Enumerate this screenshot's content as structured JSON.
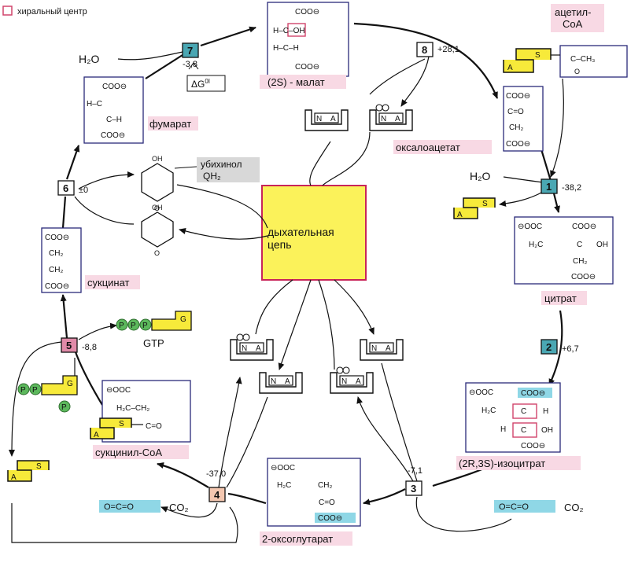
{
  "legend": {
    "chiral_center": "хиральный центр"
  },
  "steps": [
    {
      "n": "1",
      "dg": "-38,2",
      "color": "#4aa7b3"
    },
    {
      "n": "2",
      "dg": "+6,7",
      "color": "#4aa7b3"
    },
    {
      "n": "3",
      "dg": "-7,1",
      "color": "#ffffff"
    },
    {
      "n": "4",
      "dg": "-37,0",
      "color": "#f4c7b0"
    },
    {
      "n": "5",
      "dg": "-8,8",
      "color": "#e08aa8"
    },
    {
      "n": "6",
      "dg": "±0",
      "color": "#ffffff"
    },
    {
      "n": "7",
      "dg": "-3,8",
      "color": "#4aa7b3"
    },
    {
      "n": "8",
      "dg": "+28,1",
      "color": "#ffffff"
    }
  ],
  "dg_label": "ΔG",
  "dg_sup": "0I",
  "compounds": {
    "malate": {
      "name": "(2S) - малат",
      "lines": [
        "COO⊖",
        "H–C–OH",
        "H–C–H",
        "COO⊖"
      ]
    },
    "fumarate": {
      "name": "фумарат",
      "lines": [
        "COO⊖",
        "H–C",
        "C–H",
        "COO⊖"
      ]
    },
    "oxaloacetate": {
      "name": "оксалоацетат",
      "lines": [
        "COO⊖",
        "C=O",
        "CH₂",
        "COO⊖"
      ]
    },
    "acetylcoa": {
      "name": "ацетил-\nCoA",
      "name1": "ацетил-",
      "name2": "CoA",
      "group": "C–CH₃",
      "o": "O"
    },
    "citrate": {
      "name": "цитрат",
      "lines": [
        "⊖OOC",
        "COO⊖",
        "H₂C",
        "C",
        "OH",
        "CH₂",
        "COO⊖"
      ]
    },
    "isocitrate": {
      "name": "(2R,3S)-изоцитрат",
      "lines": [
        "⊖OOC",
        "COO⊖",
        "H₂C",
        "C",
        "H",
        "H",
        "C",
        "OH",
        "COO⊖"
      ]
    },
    "oxoglutarate": {
      "name": "2-оксоглутарат",
      "lines": [
        "⊖OOC",
        "H₂C",
        "CH₂",
        "C=O",
        "COO⊖"
      ]
    },
    "succinylcoa": {
      "name": "сукцинил-CoA",
      "lines": [
        "⊖OOC",
        "H₂C–CH₂",
        "C=O"
      ]
    },
    "succinate": {
      "name": "сукцинат",
      "lines": [
        "COO⊖",
        "CH₂",
        "CH₂",
        "COO⊖"
      ]
    },
    "ubiquinol": {
      "name": "убихинол",
      "sub": "QH₂",
      "oh": "OH",
      "o": "O"
    }
  },
  "water": "H₂O",
  "resp_chain": {
    "line1": "дыхательная",
    "line2": "цепь"
  },
  "nad": {
    "n": "N",
    "a": "A"
  },
  "gtp": {
    "p": "P",
    "g": "G",
    "label": "GTP"
  },
  "coa_marks": {
    "a": "A",
    "s": "S"
  },
  "co2": {
    "formula": "O=C=O",
    "label": "CO₂"
  }
}
